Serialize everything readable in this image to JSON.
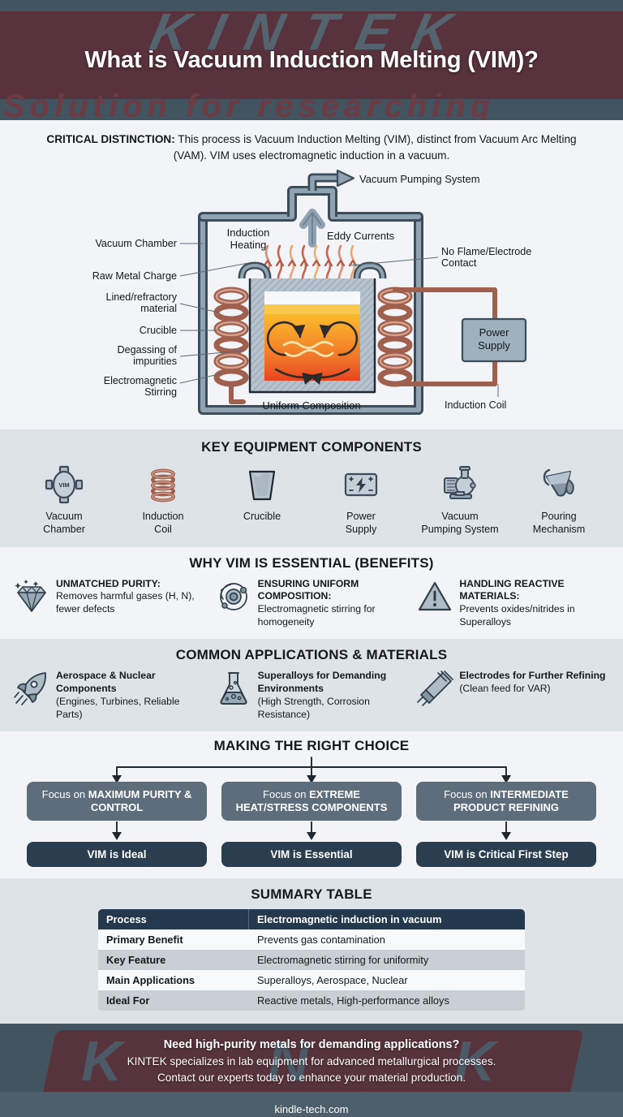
{
  "header": {
    "title": "What is Vacuum Induction Melting (VIM)?",
    "watermark_primary": "KINTEK",
    "watermark_secondary": "Solution for researching",
    "bg_color": "#41545f",
    "band_color": "#5a3039"
  },
  "intro": {
    "lead": "CRITICAL DISTINCTION:",
    "body": " This process is Vacuum Induction Melting (VIM), distinct from Vacuum Arc Melting (VAM). VIM uses electromagnetic induction in a vacuum."
  },
  "diagram": {
    "labels": {
      "vacuum_pumping_system": "Vacuum Pumping System",
      "vacuum_chamber": "Vacuum Chamber",
      "induction_heating": "Induction Heating",
      "eddy_currents": "Eddy Currents",
      "no_flame": "No Flame/Electrode Contact",
      "raw_metal_charge": "Raw Metal Charge",
      "lined_refractory": "Lined/refractory material",
      "crucible": "Crucible",
      "degassing": "Degassing of impurities",
      "em_stirring": "Electromagnetic Stirring",
      "uniform_composition": "Uniform Composition",
      "power_supply": "Power Supply",
      "induction_coil": "Induction Coil"
    },
    "colors": {
      "chamber_wall": "#8fa3b3",
      "chamber_outline": "#3c4c5a",
      "coil_copper": "#b5705c",
      "melt_hot": "#f9a22b",
      "melt_core": "#ec5c24",
      "crucible_fill": "#b6c3ce"
    }
  },
  "components": {
    "title": "KEY EQUIPMENT COMPONENTS",
    "items": [
      {
        "icon": "vacuum-chamber-icon",
        "line1": "Vacuum",
        "line2": "Chamber",
        "badge": "VIM"
      },
      {
        "icon": "induction-coil-icon",
        "line1": "Induction",
        "line2": "Coil"
      },
      {
        "icon": "crucible-icon",
        "line1": "Crucible",
        "line2": ""
      },
      {
        "icon": "power-supply-icon",
        "line1": "Power",
        "line2": "Supply"
      },
      {
        "icon": "vacuum-pump-icon",
        "line1": "Vacuum",
        "line2": "Pumping System"
      },
      {
        "icon": "pouring-mechanism-icon",
        "line1": "Pouring",
        "line2": "Mechanism"
      }
    ]
  },
  "benefits": {
    "title": "WHY VIM IS ESSENTIAL (BENEFITS)",
    "items": [
      {
        "icon": "diamond-icon",
        "head": "UNMATCHED PURITY:",
        "body": "Removes harmful gases (H, N), fewer defects"
      },
      {
        "icon": "atom-icon",
        "head": "ENSURING UNIFORM COMPOSITION:",
        "body": "Electromagnetic stirring for homogeneity"
      },
      {
        "icon": "warning-triangle-icon",
        "head": "HANDLING REACTIVE MATERIALS:",
        "body": "Prevents oxides/nitrides in Superalloys"
      }
    ]
  },
  "applications": {
    "title": "COMMON APPLICATIONS & MATERIALS",
    "items": [
      {
        "icon": "rocket-icon",
        "head": "Aerospace & Nuclear Components",
        "body": "(Engines, Turbines, Reliable Parts)"
      },
      {
        "icon": "flask-icon",
        "head": "Superalloys for Demanding Environments",
        "body": "(High Strength, Corrosion Resistance)"
      },
      {
        "icon": "electrode-icon",
        "head": "Electrodes for Further Refining",
        "body": "(Clean feed for VAR)"
      }
    ]
  },
  "flowchart": {
    "title": "MAKING THE RIGHT CHOICE",
    "columns": [
      {
        "top_prefix": "Focus on ",
        "top_strong": "MAXIMUM PURITY & CONTROL",
        "bottom": "VIM is Ideal"
      },
      {
        "top_prefix": "Focus on ",
        "top_strong": "EXTREME HEAT/STRESS COMPONENTS",
        "bottom": "VIM is Essential"
      },
      {
        "top_prefix": "Focus on ",
        "top_strong": "INTERMEDIATE PRODUCT REFINING",
        "bottom": "VIM is Critical First Step"
      }
    ],
    "colors": {
      "top_box": "#5d6d7b",
      "bottom_box": "#2b3e50"
    }
  },
  "summary": {
    "title": "SUMMARY TABLE",
    "rows": [
      {
        "key": "Process",
        "value": "Electromagnetic induction in vacuum"
      },
      {
        "key": "Primary Benefit",
        "value": "Prevents gas contamination"
      },
      {
        "key": "Key Feature",
        "value": "Electromagnetic stirring for uniformity"
      },
      {
        "key": "Main Applications",
        "value": "Superalloys, Aerospace, Nuclear"
      },
      {
        "key": "Ideal For",
        "value": "Reactive metals, High-performance alloys"
      }
    ]
  },
  "footer": {
    "cta_line1": "Need high-purity metals for demanding applications?",
    "cta_line2": "KINTEK specializes in lab equipment for advanced metallurgical processes.",
    "cta_line3": "Contact our experts today to enhance your material production.",
    "url": "kindle-tech.com"
  }
}
